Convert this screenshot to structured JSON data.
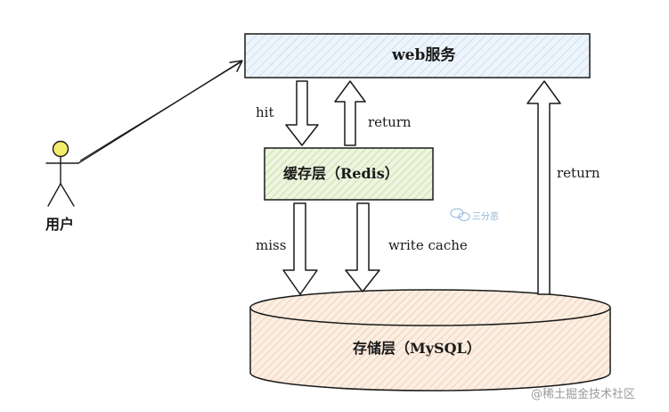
{
  "nodes": {
    "web_service": "web服务",
    "cache_layer": "缓存层（Redis）",
    "storage_layer": "存储层（MySQL）",
    "user": "用户"
  },
  "edges": {
    "hit": "hit",
    "return_from_cache": "return",
    "miss": "miss",
    "write_cache": "write cache",
    "return_from_storage": "return"
  },
  "watermarks": {
    "inline_logo": "三分恶",
    "corner": "@稀土掘金技术社区"
  },
  "colors": {
    "web_fill": "#e3eef8",
    "cache_fill": "#e4efcf",
    "storage_fill": "#f7dcc7",
    "stroke": "#1a1a1a",
    "user_head": "#f2ec6a"
  }
}
